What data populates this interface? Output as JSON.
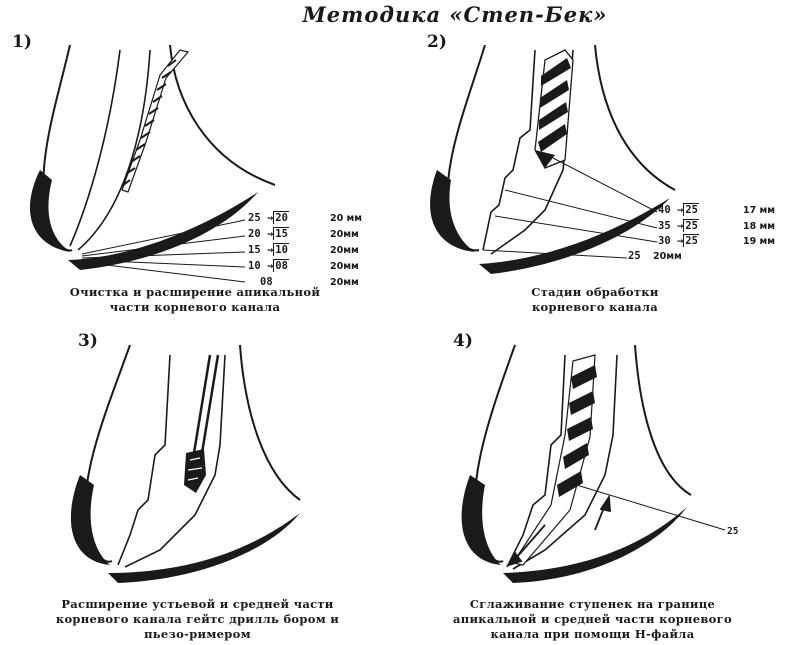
{
  "title": "Методика «Степ-Бек»",
  "panels": [
    {
      "number": "1)",
      "caption": [
        "Очистка и расширение апикальной",
        "части корневого канала"
      ],
      "labels": [
        {
          "pre": "25 →",
          "box": "20",
          "mm": "20 мм"
        },
        {
          "pre": "20 →",
          "box": "15",
          "mm": "20мм"
        },
        {
          "pre": "15 →",
          "box": "10",
          "mm": "20мм"
        },
        {
          "pre": "10 →",
          "box": "08",
          "mm": "20мм"
        },
        {
          "pre": "08",
          "box": "",
          "mm": "20мм"
        }
      ]
    },
    {
      "number": "2)",
      "caption": [
        "Стадии обработки",
        "корневого канала"
      ],
      "labels": [
        {
          "pre": "40 →",
          "box": "25",
          "mm": "17 мм"
        },
        {
          "pre": "35 →",
          "box": "25",
          "mm": "18 мм"
        },
        {
          "pre": "30 →",
          "box": "25",
          "mm": "19 мм"
        },
        {
          "pre": "25",
          "box": "",
          "mm": "20мм"
        }
      ]
    },
    {
      "number": "3)",
      "caption": [
        "Расширение устьевой и средней части",
        "корневого канала гейтс дрилль бором и",
        "пьезо-римером"
      ]
    },
    {
      "number": "4)",
      "caption": [
        "Сглаживание ступенек на границе",
        "апикальной и средней части корневого",
        "канала при помощи Н-файла"
      ],
      "labels": [
        {
          "pre": "25",
          "box": "",
          "mm": ""
        }
      ]
    }
  ]
}
